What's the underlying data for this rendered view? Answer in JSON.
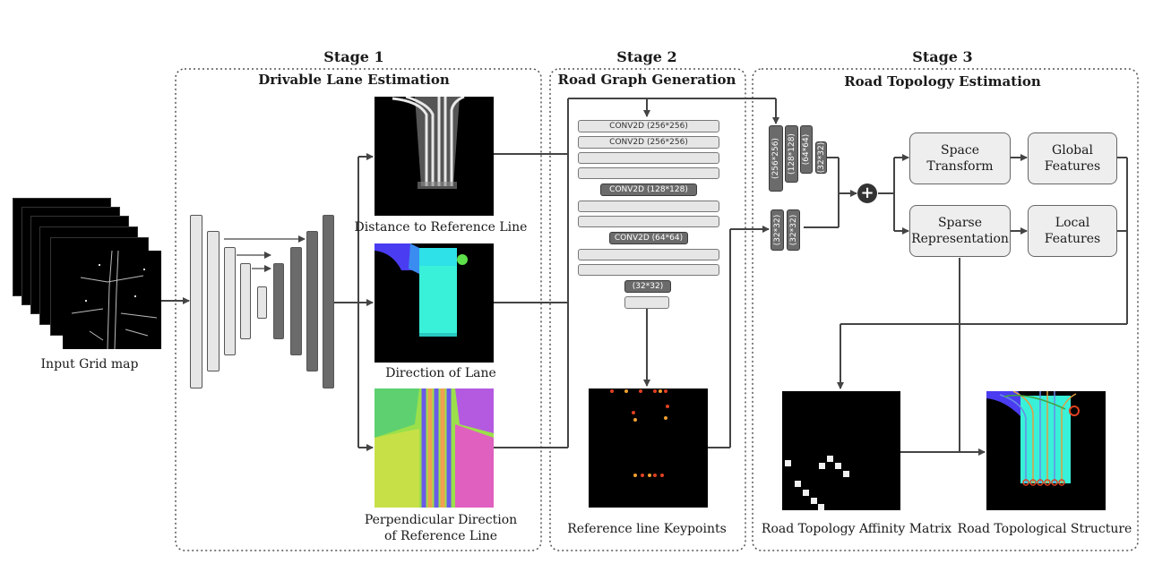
{
  "stages": {
    "s1": {
      "title": "Stage 1",
      "subtitle": "Drivable Lane Estimation"
    },
    "s2": {
      "title": "Stage 2",
      "subtitle": "Road Graph Generation"
    },
    "s3": {
      "title": "Stage 3",
      "subtitle": "Road Topology Estimation"
    }
  },
  "labels": {
    "input": "Input Grid map",
    "distance": "Distance to Reference Line",
    "direction": "Direction of Lane",
    "perp_line1": "Perpendicular Direction",
    "perp_line2": "of Reference Line",
    "keypoints": "Reference line Keypoints",
    "affinity": "Road Topology Affinity Matrix",
    "structure": "Road Topological Structure"
  },
  "decoder_layers": {
    "conv1": "CONV2D (256*256)",
    "conv2": "CONV2D (256*256)",
    "conv3": "CONV2D (128*128)",
    "conv4": "CONV2D (64*64)",
    "conv5": "(32*32)"
  },
  "feature_layers": {
    "f256": "(256*256)",
    "f128": "(128*128)",
    "f64": "(64*64)",
    "f32": "(32*32)",
    "g32a": "(32*32)",
    "g32b": "(32*32)"
  },
  "boxes": {
    "space_line1": "Space",
    "space_line2": "Transform",
    "global_line1": "Global",
    "global_line2": "Features",
    "sparse_line1": "Sparse",
    "sparse_line2": "Representation",
    "local_line1": "Local",
    "local_line2": "Features"
  },
  "plus_symbol": "+",
  "colors": {
    "border": "#555555",
    "arrow": "#444444",
    "layer_light": "#e6e6e6",
    "layer_dark": "#6b6b6b",
    "box_fill": "#eeeeee"
  }
}
